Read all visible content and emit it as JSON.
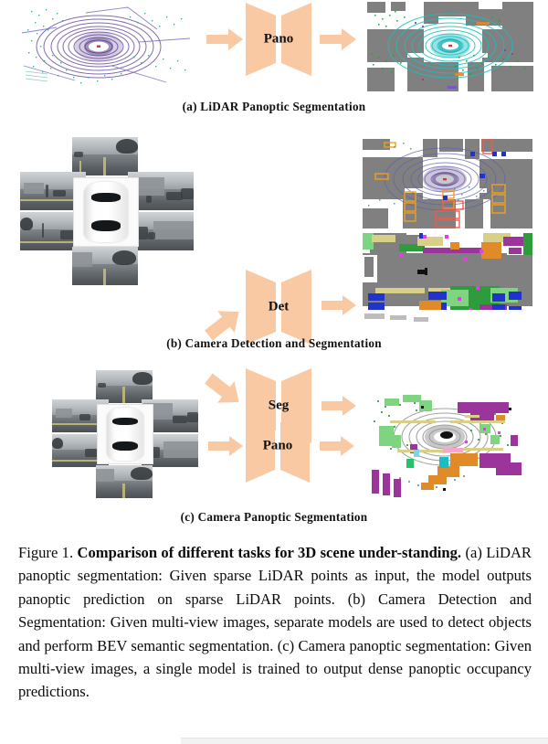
{
  "figure": {
    "caption_lead": "Figure 1.",
    "caption_bold": "Comparison of different tasks for 3D scene under-standing.",
    "caption_body": " (a) LiDAR panoptic segmentation: Given sparse LiDAR points as input, the model outputs panoptic prediction on sparse LiDAR points. (b) Camera Detection and Segmentation: Given multi-view images, separate models are used to detect objects and perform BEV semantic segmentation. (c) Camera panoptic segmentation: Given multi-view images, a single model is trained to output dense panoptic occupancy predictions."
  },
  "rows": [
    {
      "id": "a",
      "subcaption": "(a) LiDAR Panoptic Segmentation",
      "input_name": "sparse-lidar-point-cloud",
      "model_label": "Pano",
      "output_name": "lidar-panoptic-bev-output"
    },
    {
      "id": "b",
      "subcaption": "(b) Camera Detection and Segmentation",
      "input_name": "multi-view-camera-images",
      "model_label_top": "Det",
      "model_label_bottom": "Seg",
      "output_top_name": "bev-detection-output",
      "output_bottom_name": "bev-semantic-segmentation-output"
    },
    {
      "id": "c",
      "subcaption": "(c) Camera Panoptic Segmentation",
      "input_name": "multi-view-camera-images",
      "model_label": "Pano",
      "output_name": "camera-panoptic-occupancy-output"
    }
  ],
  "colors": {
    "block_fill": "#F9C9A3",
    "arrow_fill": "#F9C9A3",
    "road_gray": "#808080",
    "vegetation_green": "#2E9B3C",
    "vegetation_light": "#7FD481",
    "sidewalk_purple": "#9B359B",
    "car_blue": "#2A3BD6",
    "terrain_tan": "#D8D089",
    "orange": "#E08A28",
    "det_box_orange": "#F0A020",
    "det_box_red": "#F15A4A",
    "det_box_blue": "#2233CC",
    "ring_purple": "#5B3A8E",
    "ring_cyan": "#18BFC0",
    "ring_gray": "#9A9A9A"
  },
  "icons": {
    "arrow_right": "right-arrow-icon",
    "arrow_up_right": "up-right-arrow-icon",
    "arrow_down_right": "down-right-arrow-icon"
  },
  "chart_data": {
    "type": "diagram",
    "title": "Comparison of different tasks for 3D scene understanding",
    "pipelines": [
      {
        "row": "a",
        "input": "sparse LiDAR points",
        "model": "Pano",
        "outputs": [
          "panoptic prediction on sparse LiDAR points"
        ]
      },
      {
        "row": "b",
        "input": "multi-view images",
        "model": "Det / Seg",
        "outputs": [
          "3D object detection (BEV boxes)",
          "BEV semantic segmentation"
        ]
      },
      {
        "row": "c",
        "input": "multi-view images",
        "model": "Pano",
        "outputs": [
          "dense panoptic occupancy prediction"
        ]
      }
    ]
  }
}
